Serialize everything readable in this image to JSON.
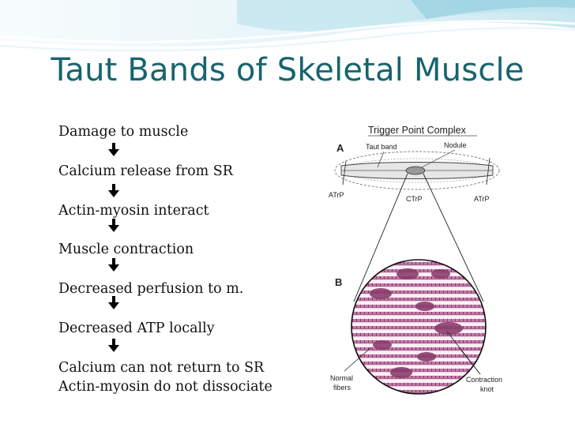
{
  "slide": {
    "title": "Taut Bands of Skeletal Muscle",
    "steps": [
      "Damage to muscle",
      "Calcium release from SR",
      "Actin-myosin interact",
      "Muscle contraction",
      "Decreased perfusion to m.",
      "Decreased ATP locally",
      "Calcium can not return to SR",
      "Actin-myosin do not dissociate"
    ],
    "arrow_icon": "down-arrow-icon"
  },
  "figure": {
    "title": "Trigger Point Complex",
    "panel_a": "A",
    "panel_b": "B",
    "taut_band": "Taut band",
    "nodule": "Nodule",
    "atrp_left": "ATrP",
    "ctrp": "CTrP",
    "atrp_right": "ATrP",
    "normal": "Normal",
    "fibers": "fibers",
    "contraction": "Contraction",
    "knot": "knot"
  },
  "colors": {
    "title": "#17646f",
    "wave_light": "#d6eef4",
    "wave_mid": "#9fd4e3",
    "fiber_pink": "#b86a9a"
  }
}
